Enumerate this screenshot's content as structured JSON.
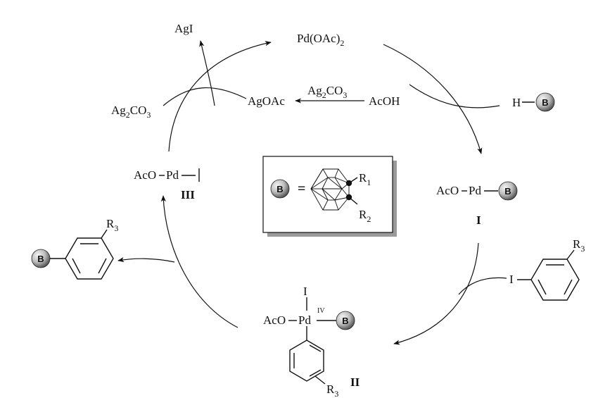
{
  "species": {
    "pd_oac2": {
      "main": "Pd(OAc)",
      "sub": "2"
    },
    "agi": "AgI",
    "ag2co3_left": {
      "a": "Ag",
      "sub1": "2",
      "b": "CO",
      "sub2": "3"
    },
    "agoac": "AgOAc",
    "ag2co3_mid": {
      "a": "Ag",
      "sub1": "2",
      "b": "CO",
      "sub2": "3"
    },
    "acoh": "AcOH",
    "h_b": "H",
    "int_I": {
      "aco": "AcO",
      "pd": "Pd",
      "label": "I"
    },
    "int_II": {
      "aco": "AcO",
      "pd": "Pd",
      "ox": "IV",
      "iodo": "I",
      "r3": "R",
      "r3sub": "3",
      "label": "II"
    },
    "int_III": {
      "aco": "AcO",
      "pd": "Pd",
      "label": "III"
    },
    "aryl_iodide": {
      "i": "I",
      "r3": "R",
      "r3sub": "3"
    },
    "product": {
      "r3": "R",
      "r3sub": "3"
    }
  },
  "legend": {
    "eq": "=",
    "r1": "R",
    "r1sub": "1",
    "r2": "R",
    "r2sub": "2"
  },
  "ball_label": "B",
  "colors": {
    "ball_light": "#e6e6e6",
    "ball_dark": "#4a4a4a",
    "box_shadow": "#9a9a9a",
    "ink": "#111111"
  }
}
